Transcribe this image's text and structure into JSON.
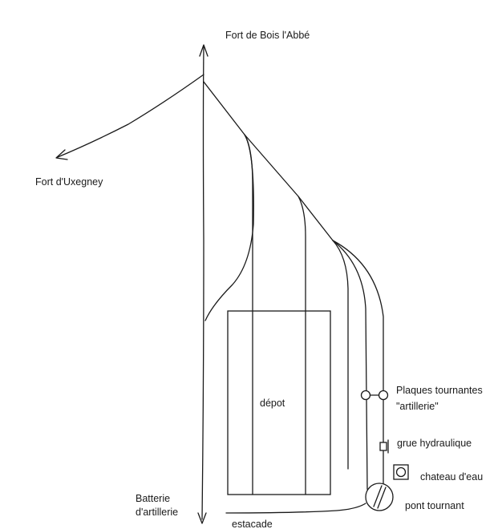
{
  "labels": {
    "fort_bois_labbe": "Fort de Bois l'Abbé",
    "fort_uxegney": "Fort d'Uxegney",
    "depot": "dépot",
    "plaques_line1": "Plaques tournantes",
    "plaques_line2": "\"artillerie\"",
    "grue": "grue hydraulique",
    "chateau": "chateau d'eau",
    "pont": "pont tournant",
    "batterie_line1": "Batterie",
    "batterie_line2": "d'artillerie",
    "estacade": "estacade"
  },
  "colors": {
    "ink": "#1a1a1a",
    "background": "#ffffff"
  }
}
